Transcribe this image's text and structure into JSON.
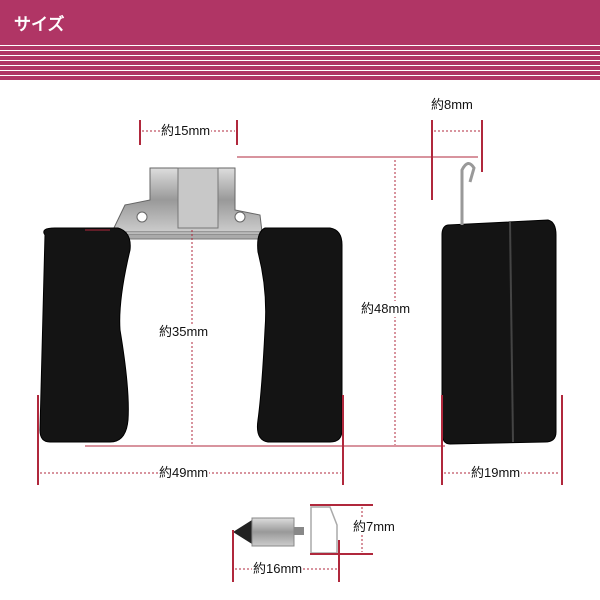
{
  "header": {
    "title": "サイズ"
  },
  "colors": {
    "header_bg": "#b03565",
    "dimension_line": "#b0283c"
  },
  "dimensions": {
    "clip_width": "約15mm",
    "side_clip": "約8mm",
    "inner_height": "約35mm",
    "total_height": "約48mm",
    "total_width": "約49mm",
    "depth": "約19mm",
    "needle_diameter": "約7mm",
    "needle_length": "約16mm"
  }
}
